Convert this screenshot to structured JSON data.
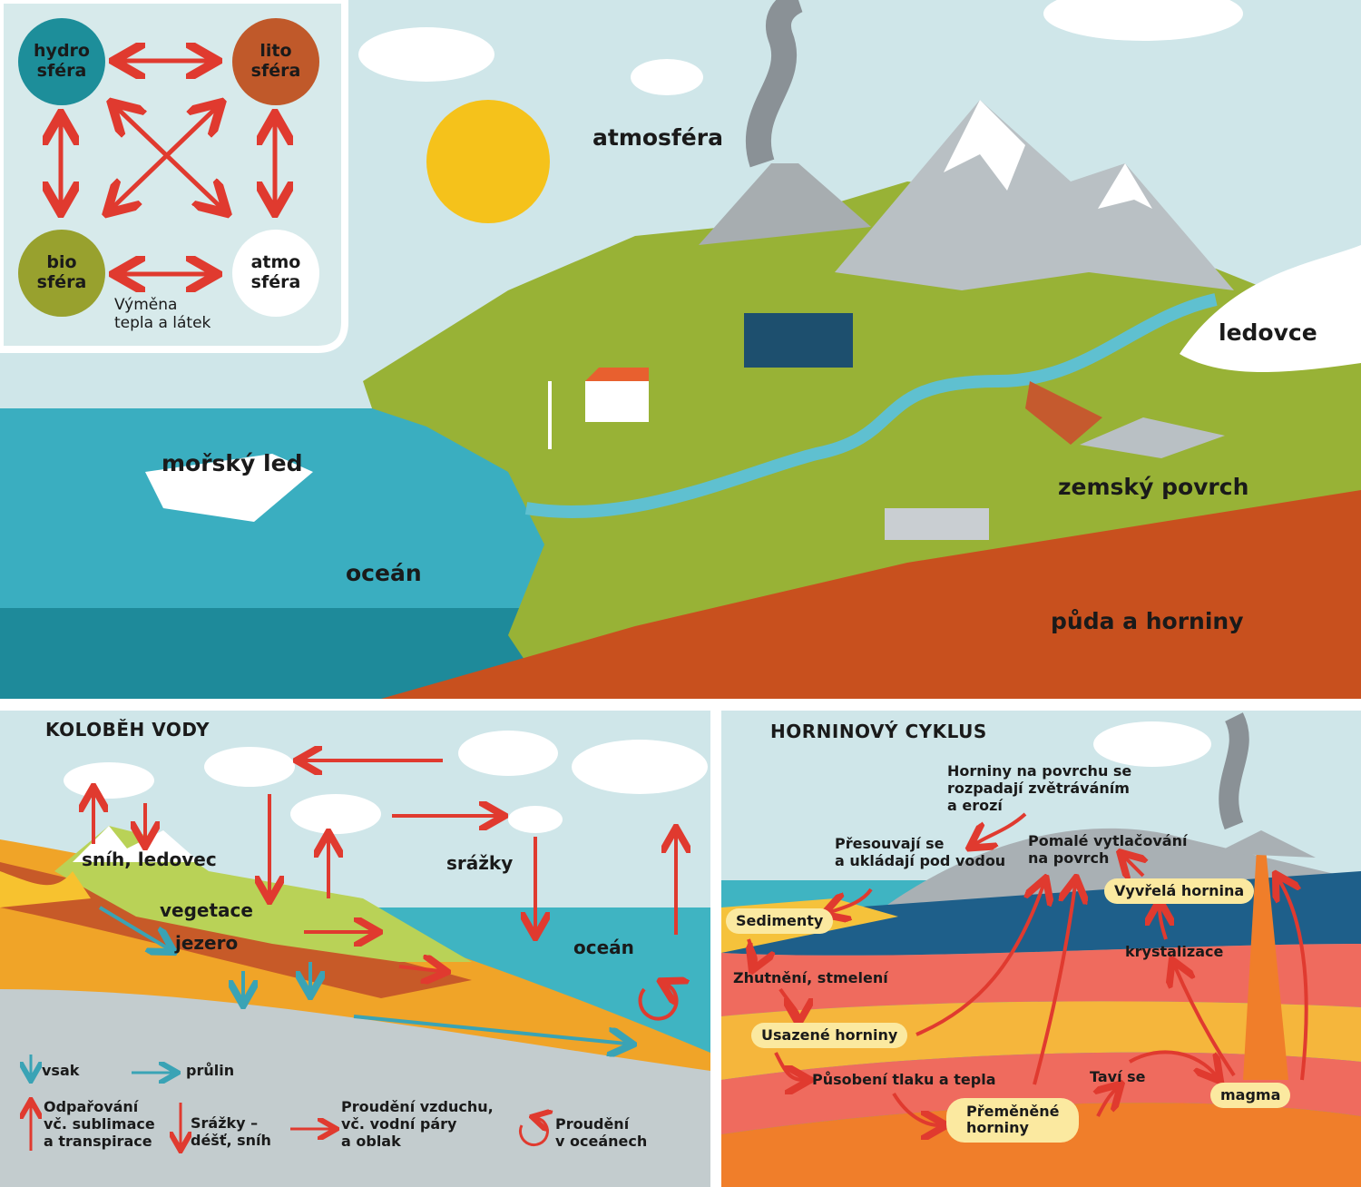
{
  "colors": {
    "sky": "#cfe6e9",
    "ocean": "#3aaec0",
    "land": "#98b236",
    "soil": "#c8501e",
    "sun": "#f5c21b",
    "arrow_red": "#e03a2f",
    "arrow_blue": "#3aa3b5",
    "pill": "#fbe9a0"
  },
  "inset": {
    "spheres": [
      {
        "label": "hydro\nsféra",
        "color": "#1d8e9a"
      },
      {
        "label": "lito\nsféra",
        "color": "#c0592a"
      },
      {
        "label": "bio\nsféra",
        "color": "#98a12e"
      },
      {
        "label": "atmo\nsféra",
        "color": "#ffffff"
      }
    ],
    "caption": "Výměna\ntepla a látek"
  },
  "top": {
    "labels": {
      "atmosphere": "atmosféra",
      "glaciers": "ledovce",
      "sea_ice": "mořský led",
      "ocean": "oceán",
      "surface": "zemský povrch",
      "soil": "půda a horniny"
    }
  },
  "water_cycle": {
    "title": "KOLOBĚH VODY",
    "labels": {
      "snow": "sníh, ledovec",
      "vegetation": "vegetace",
      "lake": "jezero",
      "precip": "srážky",
      "ocean": "oceán"
    },
    "legend": [
      {
        "icon": "arrow-down-blue",
        "text": "vsak"
      },
      {
        "icon": "arrow-right-blue",
        "text": "průlin"
      },
      {
        "icon": "arrow-up-red",
        "text": "Odpařování\nvč. sublimace\na transpirace"
      },
      {
        "icon": "arrow-down-red",
        "text": "Srážky –\ndéšť, sníh"
      },
      {
        "icon": "arrow-right-red",
        "text": "Proudění vzduchu,\nvč. vodní páry\na oblak"
      },
      {
        "icon": "circular-arrow-red",
        "text": "Proudění\nv oceánech"
      }
    ]
  },
  "rock_cycle": {
    "title": "HORNINOVÝ CYKLUS",
    "texts": {
      "weathering": "Horniny na povrchu se\nrozpadají zvětráváním\na erozí",
      "transport": "Přesouvají se\na ukládají pod vodou",
      "uplift": "Pomalé vytlačování\nna povrch",
      "compaction": "Zhutnění, stmelení",
      "crystallization": "krystalizace",
      "pressure": "Působení tlaku a tepla",
      "melting": "Taví se"
    },
    "pills": {
      "sediments": "Sedimenty",
      "sedimentary": "Usazené horniny",
      "igneous": "Vyvřelá hornina",
      "metamorphic": "Přeměněné\nhorniny",
      "magma": "magma"
    }
  }
}
